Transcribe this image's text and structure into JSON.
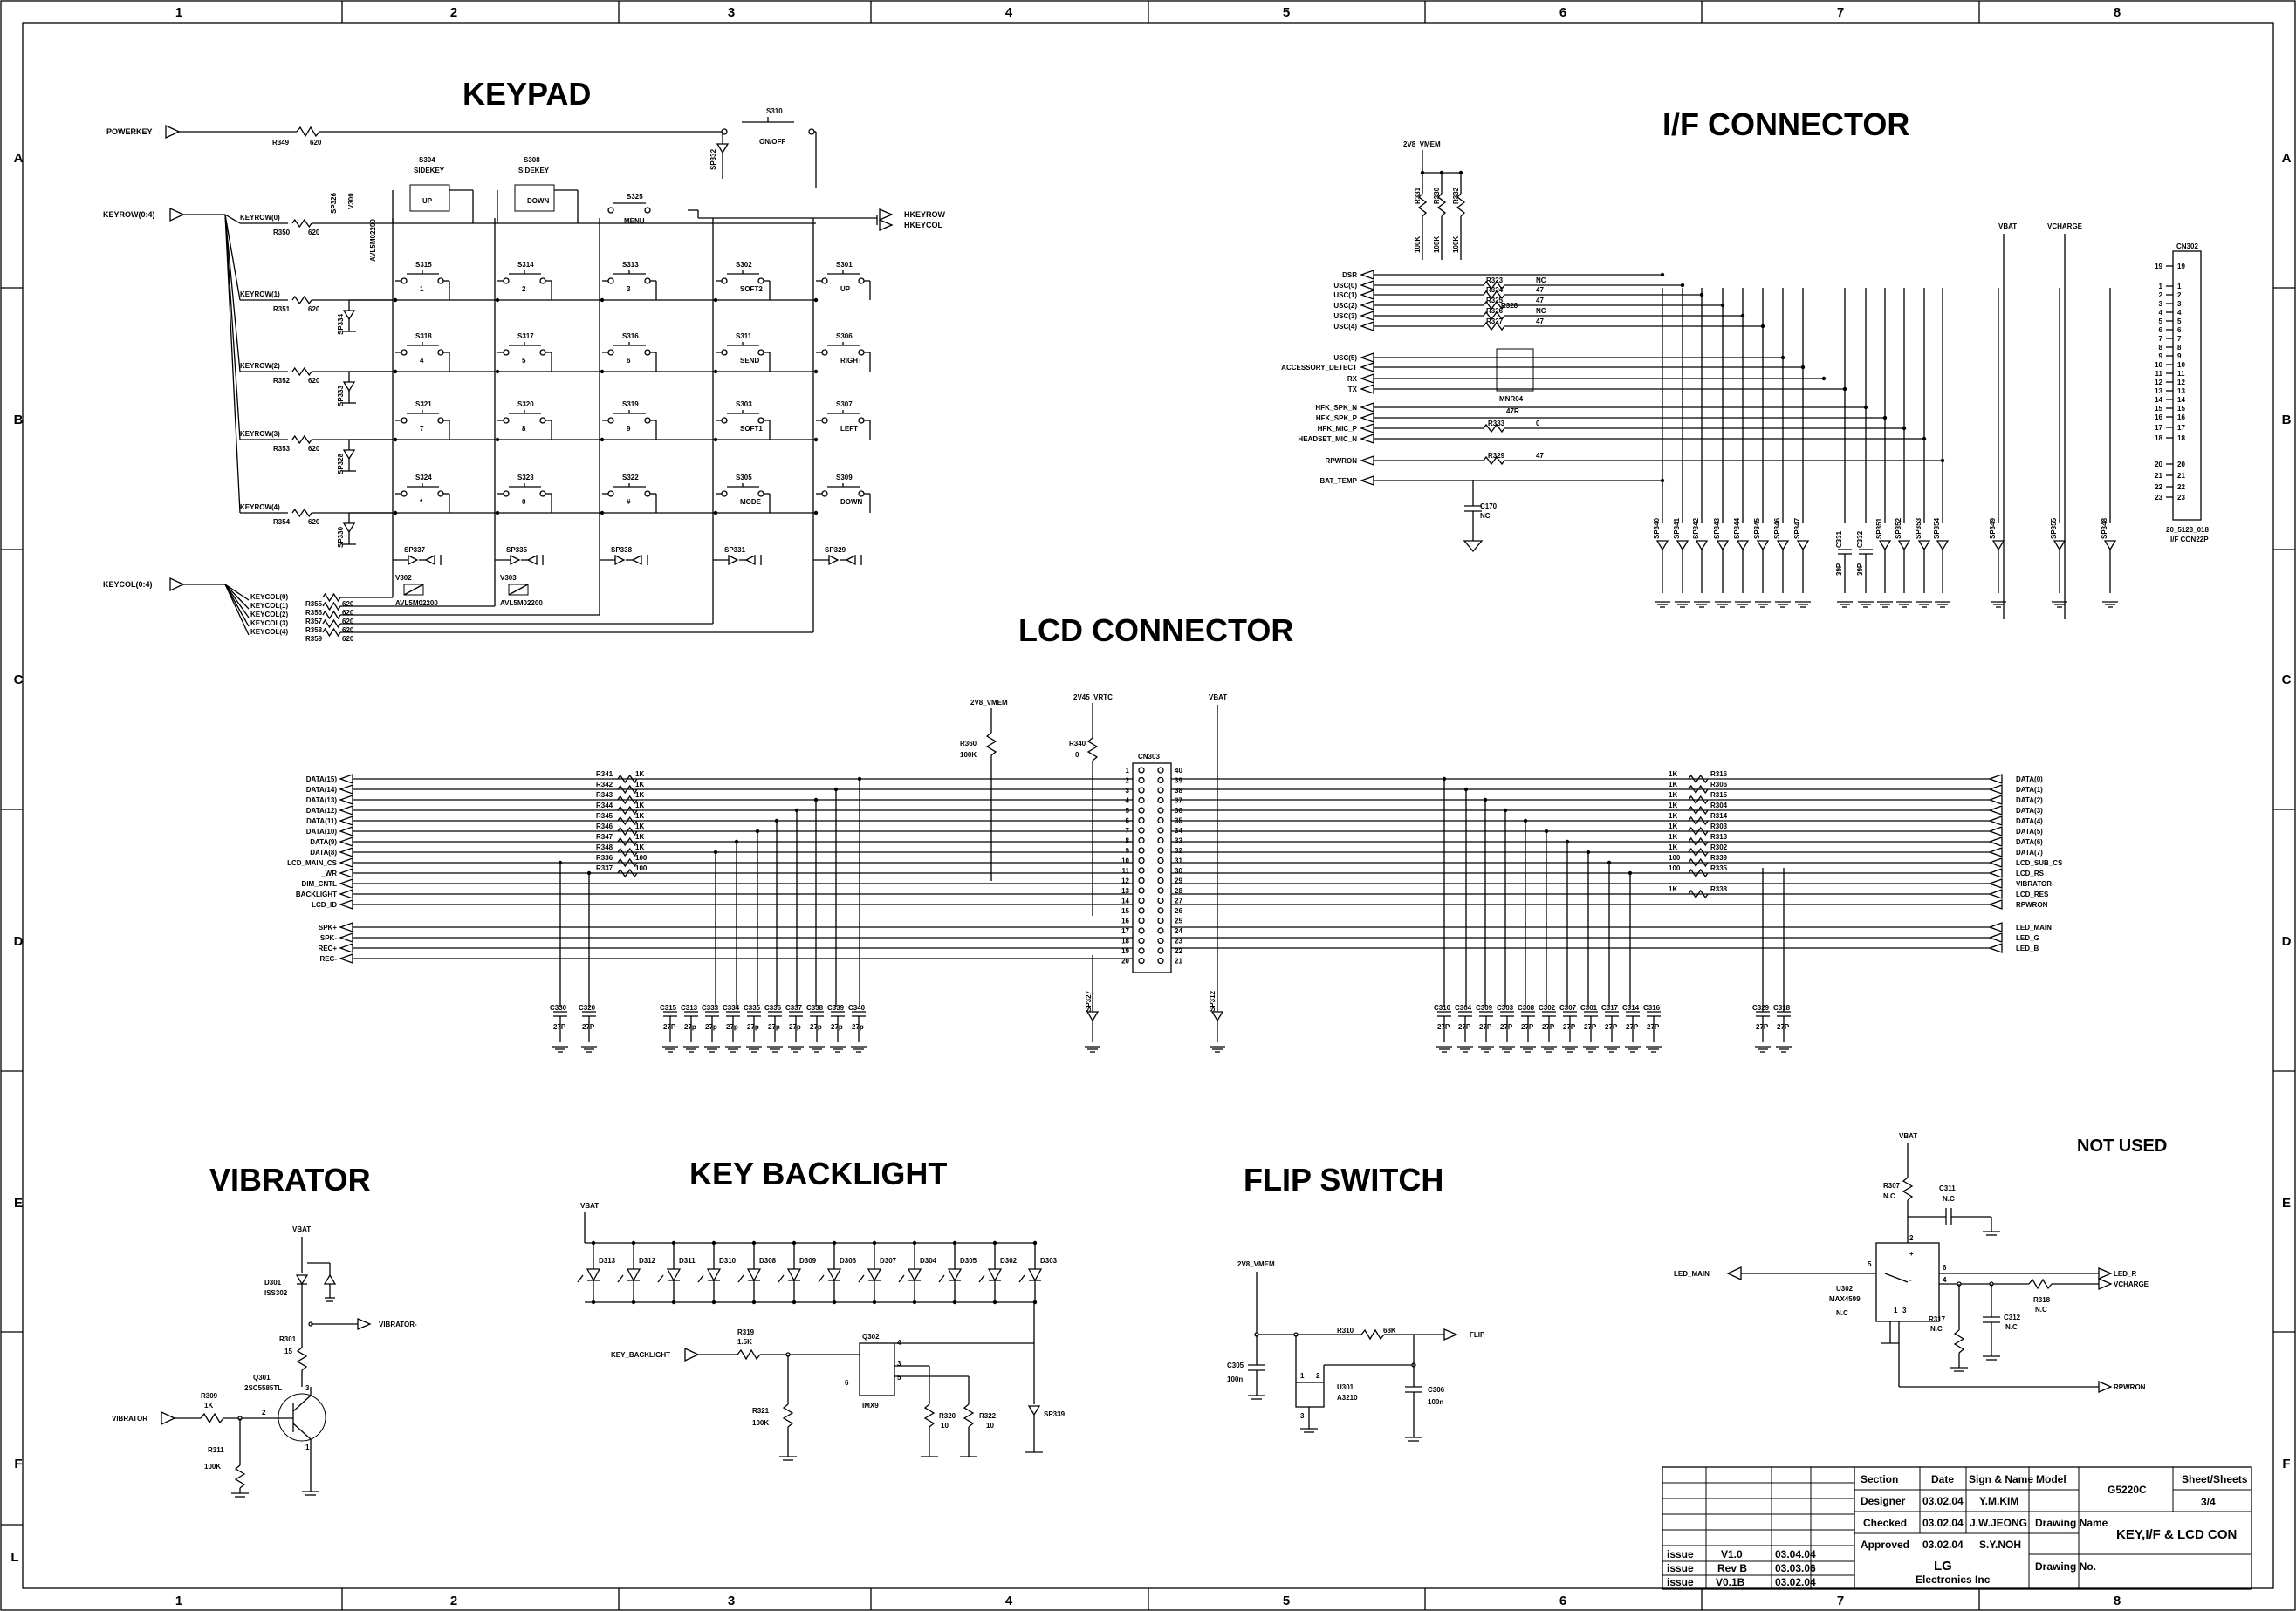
{
  "frame": {
    "columns": [
      "1",
      "2",
      "3",
      "4",
      "5",
      "6",
      "7",
      "8"
    ],
    "rows": [
      "A",
      "B",
      "C",
      "D",
      "E",
      "F",
      "L"
    ]
  },
  "sections": {
    "keypad": "KEYPAD",
    "if_connector": "I/F CONNECTOR",
    "lcd_connector": "LCD CONNECTOR",
    "vibrator": "VIBRATOR",
    "key_backlight": "KEY BACKLIGHT",
    "flip_switch": "FLIP SWITCH",
    "not_used": "NOT USED"
  },
  "keypad": {
    "powerkey": "POWERKEY",
    "keyrow_port": "KEYROW(0:4)",
    "keycol_port": "KEYCOL(0:4)",
    "hkeyrow": "HKEYROW",
    "hkeycol": "HKEYCOL",
    "r349": "R349",
    "r349_val": "620",
    "s310": "S310",
    "s310_label": "ON/OFF",
    "sp332": "SP332",
    "rows": [
      {
        "net": "KEYROW(0)",
        "res": "R350",
        "val": "620"
      },
      {
        "net": "KEYROW(1)",
        "res": "R351",
        "val": "620"
      },
      {
        "net": "KEYROW(2)",
        "res": "R352",
        "val": "620"
      },
      {
        "net": "KEYROW(3)",
        "res": "R353",
        "val": "620"
      },
      {
        "net": "KEYROW(4)",
        "res": "R354",
        "val": "620"
      }
    ],
    "cols": [
      {
        "net": "KEYCOL(0)",
        "res": "R355",
        "val": "620"
      },
      {
        "net": "KEYCOL(1)",
        "res": "R356",
        "val": "620"
      },
      {
        "net": "KEYCOL(2)",
        "res": "R357",
        "val": "620"
      },
      {
        "net": "KEYCOL(3)",
        "res": "R358",
        "val": "620"
      },
      {
        "net": "KEYCOL(4)",
        "res": "R359",
        "val": "620"
      }
    ],
    "sidekeys": [
      {
        "ref": "S304",
        "type": "SIDEKEY",
        "label": "UP"
      },
      {
        "ref": "S308",
        "type": "SIDEKEY",
        "label": "DOWN"
      }
    ],
    "menu": {
      "ref": "S325",
      "label": "MENU"
    },
    "row_sps": [
      "SP334",
      "SP333",
      "SP328",
      "SP330"
    ],
    "v300": "V300",
    "v300_part": "AVL5M02200",
    "sp326": "SP326",
    "grid": [
      [
        {
          "ref": "S315",
          "label": "1"
        },
        {
          "ref": "S314",
          "label": "2"
        },
        {
          "ref": "S313",
          "label": "3"
        },
        {
          "ref": "S302",
          "label": "SOFT2"
        },
        {
          "ref": "S301",
          "label": "UP"
        }
      ],
      [
        {
          "ref": "S318",
          "label": "4"
        },
        {
          "ref": "S317",
          "label": "5"
        },
        {
          "ref": "S316",
          "label": "6"
        },
        {
          "ref": "S311",
          "label": "SEND"
        },
        {
          "ref": "S306",
          "label": "RIGHT"
        }
      ],
      [
        {
          "ref": "S321",
          "label": "7"
        },
        {
          "ref": "S320",
          "label": "8"
        },
        {
          "ref": "S319",
          "label": "9"
        },
        {
          "ref": "S303",
          "label": "SOFT1"
        },
        {
          "ref": "S307",
          "label": "LEFT"
        }
      ],
      [
        {
          "ref": "S324",
          "label": "*"
        },
        {
          "ref": "S323",
          "label": "0"
        },
        {
          "ref": "S322",
          "label": "#"
        },
        {
          "ref": "S305",
          "label": "MODE"
        },
        {
          "ref": "S309",
          "label": "DOWN"
        }
      ]
    ],
    "bottom_sps": [
      "SP337",
      "SP335",
      "SP338",
      "SP331",
      "SP329"
    ],
    "varistors": [
      {
        "ref": "V302",
        "part": "AVL5M02200"
      },
      {
        "ref": "V303",
        "part": "AVL5M02200"
      }
    ]
  },
  "ifc": {
    "rail": "2V8_VMEM",
    "pullups": [
      {
        "ref": "R331",
        "val": "100K"
      },
      {
        "ref": "R330",
        "val": "100K"
      },
      {
        "ref": "R332",
        "val": "100K"
      }
    ],
    "nets": [
      {
        "name": "DSR",
        "res": "",
        "val": "",
        "pin": "1"
      },
      {
        "name": "USC(0)",
        "res": "R323",
        "val": "NC",
        "pin": "2"
      },
      {
        "name": "USC(1)",
        "res": "R324",
        "val": "47",
        "pin": "3"
      },
      {
        "name": "USC(2)",
        "res": "R325",
        "val": "47",
        "pin": "4"
      },
      {
        "name": "USC(3)",
        "res": "R326",
        "val": "NC",
        "pin": "5"
      },
      {
        "name": "USC(4)",
        "res": "R327",
        "val": "47",
        "pin": "6"
      },
      {
        "name": "USC(5)",
        "res": "",
        "val": "",
        "pin": "7"
      },
      {
        "name": "ACCESSORY_DETECT",
        "res": "",
        "val": "",
        "pin": "8"
      },
      {
        "name": "RX",
        "res": "",
        "val": "",
        "pin": "9"
      },
      {
        "name": "TX",
        "res": "",
        "val": "",
        "pin": "10"
      },
      {
        "name": "HFK_SPK_N",
        "res": "",
        "val": "",
        "pin": "11"
      },
      {
        "name": "HFK_SPK_P",
        "res": "",
        "val": "",
        "pin": "12"
      },
      {
        "name": "HFK_MIC_P",
        "res": "R333",
        "val": "0",
        "pin": "13"
      },
      {
        "name": "HEADSET_MIC_N",
        "res": "",
        "val": "",
        "pin": "14"
      },
      {
        "name": "RPWRON",
        "res": "R329",
        "val": "47",
        "pin": "17"
      },
      {
        "name": "BAT_TEMP",
        "res": "",
        "val": "",
        "pin": "20"
      }
    ],
    "r328": "R328",
    "r328_part": "MNR04",
    "r328_val": "47R",
    "c170": "C170",
    "c170_val": "NC",
    "vbat": "VBAT",
    "vcharge": "VCHARGE",
    "connector": "CN302",
    "conn_pins": [
      "19",
      "1",
      "2",
      "3",
      "4",
      "5",
      "6",
      "7",
      "8",
      "9",
      "10",
      "11",
      "12",
      "13",
      "14",
      "15",
      "16",
      "17",
      "18",
      "20",
      "21",
      "22",
      "23"
    ],
    "conn_part": "20_5123_018",
    "conn_name": "I/F CON22P",
    "sps": [
      "SP340",
      "SP341",
      "SP342",
      "SP343",
      "SP344",
      "SP345",
      "SP346",
      "SP347",
      "C331",
      "C332",
      "SP351",
      "SP352",
      "SP353",
      "SP354",
      "SP349",
      "SP355",
      "SP348"
    ],
    "caps": [
      {
        "ref": "C331",
        "val": "39P"
      },
      {
        "ref": "C332",
        "val": "39P"
      }
    ]
  },
  "lcd": {
    "rails": {
      "r360": "R360",
      "r360_val": "100K",
      "vmem": "2V8_VMEM",
      "r340": "R340",
      "r340_val": "0",
      "vrtc": "2V45_VRTC",
      "vbat": "VBAT"
    },
    "connector": "CN303",
    "left_pins": [
      "1",
      "2",
      "3",
      "4",
      "5",
      "6",
      "7",
      "8",
      "9",
      "10",
      "11",
      "12",
      "13",
      "14",
      "15",
      "16",
      "17",
      "18",
      "19",
      "20"
    ],
    "right_pins": [
      "40",
      "39",
      "38",
      "37",
      "36",
      "35",
      "34",
      "33",
      "32",
      "31",
      "30",
      "29",
      "28",
      "27",
      "26",
      "25",
      "24",
      "23",
      "22",
      "21"
    ],
    "left_nets": [
      {
        "name": "DATA(15)",
        "res": "R341",
        "val": "1K"
      },
      {
        "name": "DATA(14)",
        "res": "R342",
        "val": "1K"
      },
      {
        "name": "DATA(13)",
        "res": "R343",
        "val": "1K"
      },
      {
        "name": "DATA(12)",
        "res": "R344",
        "val": "1K"
      },
      {
        "name": "DATA(11)",
        "res": "R345",
        "val": "1K"
      },
      {
        "name": "DATA(10)",
        "res": "R346",
        "val": "1K"
      },
      {
        "name": "DATA(9)",
        "res": "R347",
        "val": "1K"
      },
      {
        "name": "DATA(8)",
        "res": "R348",
        "val": "1K"
      },
      {
        "name": "LCD_MAIN_CS",
        "res": "R336",
        "val": "100"
      },
      {
        "name": "_WR",
        "res": "R337",
        "val": "100"
      },
      {
        "name": "DIM_CNTL",
        "res": "",
        "val": ""
      },
      {
        "name": "BACKLIGHT",
        "res": "",
        "val": ""
      },
      {
        "name": "LCD_ID",
        "res": "",
        "val": ""
      },
      {
        "name": "SPK+",
        "res": "",
        "val": ""
      },
      {
        "name": "SPK-",
        "res": "",
        "val": ""
      },
      {
        "name": "REC+",
        "res": "",
        "val": ""
      },
      {
        "name": "REC-",
        "res": "",
        "val": ""
      }
    ],
    "right_nets": [
      {
        "name": "DATA(0)",
        "res": "R316",
        "val": "1K"
      },
      {
        "name": "DATA(1)",
        "res": "R306",
        "val": "1K"
      },
      {
        "name": "DATA(2)",
        "res": "R315",
        "val": "1K"
      },
      {
        "name": "DATA(3)",
        "res": "R304",
        "val": "1K"
      },
      {
        "name": "DATA(4)",
        "res": "R314",
        "val": "1K"
      },
      {
        "name": "DATA(5)",
        "res": "R303",
        "val": "1K"
      },
      {
        "name": "DATA(6)",
        "res": "R313",
        "val": "1K"
      },
      {
        "name": "DATA(7)",
        "res": "R302",
        "val": "1K"
      },
      {
        "name": "LCD_SUB_CS",
        "res": "R339",
        "val": "100"
      },
      {
        "name": "LCD_RS",
        "res": "R335",
        "val": "100"
      },
      {
        "name": "VIBRATOR-",
        "res": "",
        "val": ""
      },
      {
        "name": "LCD_RES",
        "res": "R338",
        "val": "1K"
      },
      {
        "name": "RPWRON",
        "res": "",
        "val": ""
      },
      {
        "name": "LED_MAIN",
        "res": "",
        "val": ""
      },
      {
        "name": "LED_G",
        "res": "",
        "val": ""
      },
      {
        "name": "LED_B",
        "res": "",
        "val": ""
      }
    ],
    "left_caps": [
      {
        "ref": "C330",
        "val": "27P"
      },
      {
        "ref": "C320",
        "val": "27P"
      },
      {
        "ref": "C315",
        "val": "27P"
      },
      {
        "ref": "C313",
        "val": "27p"
      },
      {
        "ref": "C333",
        "val": "27p"
      },
      {
        "ref": "C334",
        "val": "27p"
      },
      {
        "ref": "C335",
        "val": "27p"
      },
      {
        "ref": "C336",
        "val": "27p"
      },
      {
        "ref": "C337",
        "val": "27p"
      },
      {
        "ref": "C338",
        "val": "27p"
      },
      {
        "ref": "C339",
        "val": "27p"
      },
      {
        "ref": "C340",
        "val": "27p"
      }
    ],
    "right_caps": [
      {
        "ref": "C310",
        "val": "27P"
      },
      {
        "ref": "C304",
        "val": "27P"
      },
      {
        "ref": "C309",
        "val": "27P"
      },
      {
        "ref": "C303",
        "val": "27P"
      },
      {
        "ref": "C308",
        "val": "27P"
      },
      {
        "ref": "C302",
        "val": "27P"
      },
      {
        "ref": "C307",
        "val": "27P"
      },
      {
        "ref": "C301",
        "val": "27P"
      },
      {
        "ref": "C317",
        "val": "27P"
      },
      {
        "ref": "C314",
        "val": "27P"
      },
      {
        "ref": "C316",
        "val": "27P"
      }
    ],
    "extra_caps": [
      {
        "ref": "C329",
        "val": "27P"
      },
      {
        "ref": "C318",
        "val": "27P"
      }
    ],
    "sps": [
      "SP327",
      "SP312"
    ]
  },
  "vibrator": {
    "vbat": "VBAT",
    "d301": "D301",
    "d301_part": "ISS302",
    "r301": "R301",
    "r301_val": "15",
    "out": "VIBRATOR-",
    "q301": "Q301",
    "q301_part": "2SC5585TL",
    "r309": "R309",
    "r309_val": "1K",
    "in": "VIBRATOR",
    "r311": "R311",
    "r311_val": "100K",
    "pins": [
      "1",
      "2",
      "3"
    ]
  },
  "backlight": {
    "vbat": "VBAT",
    "leds": [
      "D313",
      "D312",
      "D311",
      "D310",
      "D308",
      "D309",
      "D306",
      "D307",
      "D304",
      "D305",
      "D302",
      "D303"
    ],
    "in": "KEY_BACKLIGHT",
    "r319": "R319",
    "r319_val": "1.5K",
    "q302": "Q302",
    "q302_part": "IMX9",
    "r321": "R321",
    "r321_val": "100K",
    "r320": "R320",
    "r320_val": "10",
    "r322": "R322",
    "r322_val": "10",
    "sp339": "SP339",
    "pins": [
      "4",
      "3",
      "6",
      "5"
    ]
  },
  "flip": {
    "rail": "2V8_VMEM",
    "r310": "R310",
    "r310_val": "68K",
    "out": "FLIP",
    "c305": "C305",
    "c305_val": "100n",
    "u301": "U301",
    "u301_part": "A3210",
    "c306": "C306",
    "c306_val": "100n",
    "pins": [
      "1",
      "2",
      "3"
    ]
  },
  "notused": {
    "vbat": "VBAT",
    "r307": "R307",
    "r307_val": "N.C",
    "c311": "C311",
    "c311_val": "N.C",
    "led_main": "LED_MAIN",
    "u302": "U302",
    "u302_part": "MAX4599",
    "u302_val": "N.C",
    "led_r": "LED_R",
    "vcharge": "VCHARGE",
    "r318": "R318",
    "r318_val": "N.C",
    "r317": "R317",
    "r317_val": "N.C",
    "c312": "C312",
    "c312_val": "N.C",
    "rpwron": "RPWRON",
    "pins": [
      "2",
      "5",
      "6",
      "4",
      "1",
      "3"
    ],
    "signs": [
      "+",
      "-"
    ]
  },
  "titleblock": {
    "h_section": "Section",
    "h_date": "Date",
    "h_sign": "Sign & Name",
    "h_model": "Model",
    "model": "G5220C",
    "h_sheets": "Sheet/Sheets",
    "sheets": "3/4",
    "designer_l": "Designer",
    "designer_d": "03.02.04",
    "designer_n": "Y.M.KIM",
    "checked_l": "Checked",
    "checked_d": "03.02.04",
    "checked_n": "J.W.JEONG",
    "approved_l": "Approved",
    "approved_d": "03.02.04",
    "approved_n": "S.Y.NOH",
    "dname_l": "Drawing Name",
    "dname": "KEY,I/F & LCD CON",
    "company": "LG",
    "company2": "Electronics Inc",
    "dno_l": "Drawing No.",
    "issues": [
      {
        "issue": "issue",
        "ver": "V1.0",
        "date": "03.04.04"
      },
      {
        "issue": "issue",
        "ver": "Rev B",
        "date": "03.03.06"
      },
      {
        "issue": "issue",
        "ver": "V0.1B",
        "date": "03.02.04"
      }
    ]
  }
}
